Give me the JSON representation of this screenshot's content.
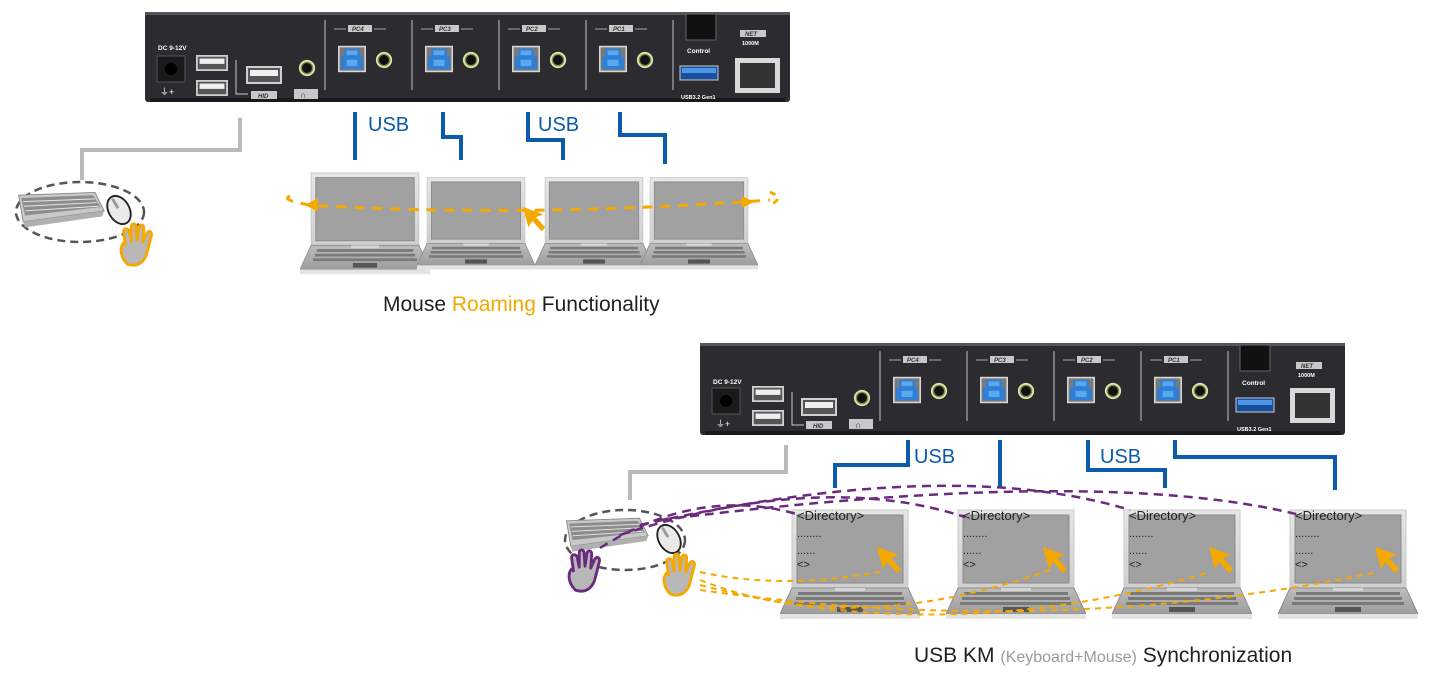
{
  "colors": {
    "usb_cable": "#0a5bab",
    "roaming": "#f5a800",
    "keyboard_sync": "#6b2a7e",
    "device_body": "#2b2b30",
    "km_cable": "#b9b9b9",
    "text": "#231f20",
    "subtle_text": "#9a9a9a"
  },
  "device": {
    "power_label": "DC 9-12V",
    "hid_label": "HID",
    "audio_icon": "headphone-icon",
    "ports": [
      "PC4",
      "PC3",
      "PC2",
      "PC1"
    ],
    "control_label": "Control",
    "usb3_label": "USB3.2 Gen1",
    "net_label": "NET",
    "net_speed": "1000M"
  },
  "top_diagram": {
    "usb_labels": [
      "USB",
      "USB"
    ],
    "caption": {
      "part1": "Mouse ",
      "highlight": "Roaming",
      "part2": " Functionality"
    },
    "laptop_count": 4
  },
  "bottom_diagram": {
    "usb_labels": [
      "USB",
      "USB"
    ],
    "screens": [
      {
        "title": "<Directory>",
        "line1": "........",
        "line2": "......",
        "line3": "<>"
      },
      {
        "title": "<Directory>",
        "line1": "........",
        "line2": "......",
        "line3": "<>"
      },
      {
        "title": "<Directory>",
        "line1": "........",
        "line2": "......",
        "line3": "<>"
      },
      {
        "title": "<Directory>",
        "line1": "........",
        "line2": "......",
        "line3": "<>"
      }
    ],
    "caption": {
      "part1": "USB KM ",
      "sub": "(Keyboard+Mouse)",
      "part2": " Synchronization"
    }
  }
}
